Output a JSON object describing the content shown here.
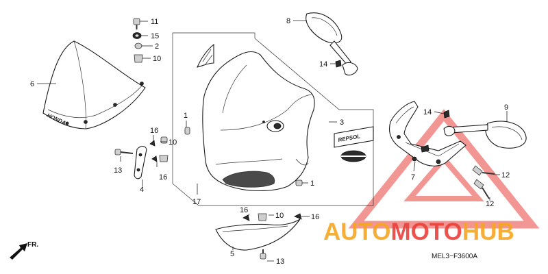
{
  "diagram": {
    "callouts": {
      "c1a": "1",
      "c1b": "1",
      "c2": "2",
      "c3": "3",
      "c4": "4",
      "c5": "5",
      "c6": "6",
      "c7": "7",
      "c8": "8",
      "c9": "9",
      "c10a": "10",
      "c10b": "10",
      "c10c": "10",
      "c11": "11",
      "c12a": "12",
      "c12b": "12",
      "c13a": "13",
      "c13b": "13",
      "c14a": "14",
      "c14b": "14",
      "c15": "15",
      "c16a": "16",
      "c16b": "16",
      "c16c": "16",
      "c16d": "16",
      "c17": "17"
    },
    "diagram_code": "MEL3−F3600A",
    "direction_label": "FR."
  },
  "watermark": {
    "brand_orange": "AUTO",
    "brand_red": "MOTO",
    "brand_orange2": "HUB",
    "color_orange": "#f5a623",
    "color_red": "#e8423b"
  }
}
